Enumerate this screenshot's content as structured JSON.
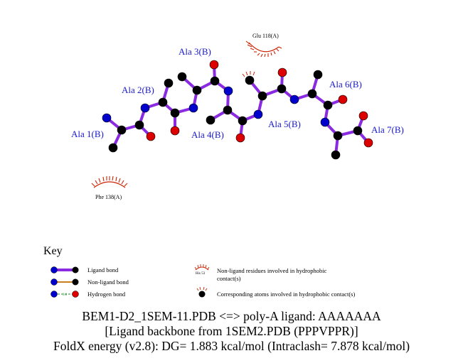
{
  "colors": {
    "ligand_bond": "#8a2be2",
    "nonligand_bond": "#c87f1e",
    "hbond": "#2e8b2e",
    "carbon": "#000000",
    "nitrogen": "#0000cc",
    "oxygen": "#dd0000",
    "hydrophobic_arc": "#cc2200",
    "residue_label": "#1a1acc"
  },
  "diagram": {
    "residue_labels": [
      {
        "id": "ala1",
        "text": "Ala 1(B)"
      },
      {
        "id": "ala2",
        "text": "Ala 2(B)"
      },
      {
        "id": "ala3",
        "text": "Ala 3(B)"
      },
      {
        "id": "ala4",
        "text": "Ala 4(B)"
      },
      {
        "id": "ala5",
        "text": "Ala 5(B)"
      },
      {
        "id": "ala6",
        "text": "Ala 6(B)"
      },
      {
        "id": "ala7",
        "text": "Ala 7(B)"
      }
    ],
    "hydrophobic_residues": [
      {
        "id": "glu118",
        "text": "Glu 118(A)"
      },
      {
        "id": "phe138",
        "text": "Phe 138(A)"
      }
    ]
  },
  "key": {
    "title": "Key",
    "ligand_bond": "Ligand bond",
    "nonligand_bond": "Non-ligand bond",
    "hydrogen_bond": "Hydrogen bond",
    "hbond_distance": "3.0",
    "hydrophobic_example": "His 53",
    "hydrophobic_residues_line1": "Non-ligand residues involved in hydrophobic",
    "hydrophobic_residues_line2": "contact(s)",
    "corresponding_atoms": "Corresponding atoms involved in hydrophobic contact(s)"
  },
  "caption": {
    "line1": "BEM1-D2_1SEM-11.PDB <=> poly-A ligand: AAAAAAA",
    "line2": "[Ligand backbone from 1SEM2.PDB (PPPVPPR)]",
    "line3": "FoldX energy (v2.8): DG= 1.883 kcal/mol (Intraclash= 7.878 kcal/mol)"
  }
}
